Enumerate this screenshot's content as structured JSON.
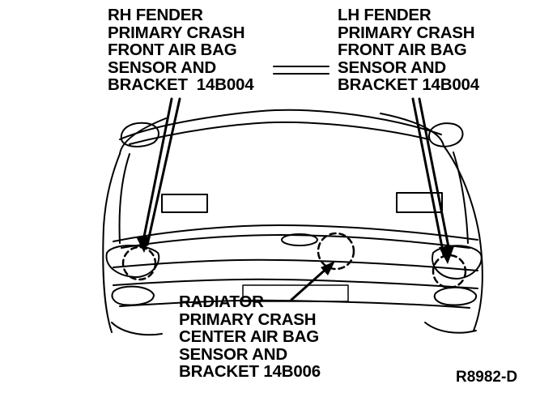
{
  "labels": {
    "rh": [
      "RH FENDER",
      "PRIMARY CRASH",
      "FRONT AIR BAG",
      "SENSOR AND",
      "BRACKET  14B004"
    ],
    "lh": [
      "LH FENDER",
      "PRIMARY CRASH",
      "FRONT AIR BAG",
      "SENSOR AND",
      "BRACKET 14B004"
    ],
    "center": [
      "RADIATOR",
      "PRIMARY CRASH",
      "CENTER AIR BAG",
      "SENSOR AND",
      "BRACKET 14B006"
    ]
  },
  "figure_code": "R8982-D"
}
